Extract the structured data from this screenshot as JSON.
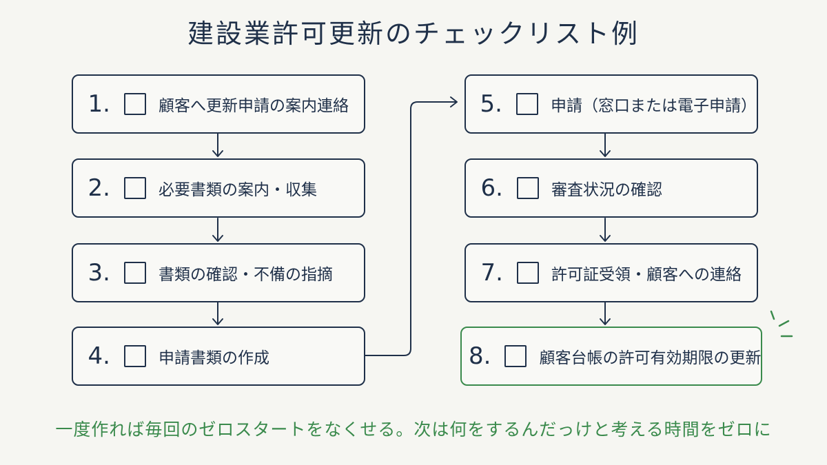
{
  "title": "建設業許可更新のチェックリスト例",
  "steps": [
    {
      "num": "1.",
      "label": "顧客へ更新申請の案内連絡"
    },
    {
      "num": "2.",
      "label": "必要書類の案内・収集"
    },
    {
      "num": "3.",
      "label": "書類の確認・不備の指摘"
    },
    {
      "num": "4.",
      "label": "申請書類の作成"
    },
    {
      "num": "5.",
      "label": "申請（窓口または電子申請）"
    },
    {
      "num": "6.",
      "label": "審査状況の確認"
    },
    {
      "num": "7.",
      "label": "許可証受領・顧客への連絡"
    },
    {
      "num": "8.",
      "label": "顧客台帳の許可有効期限の更新"
    }
  ],
  "footer": "一度作れば毎回のゼロスタートをなくせる。次は何をするんだっけと考える時間をゼロに",
  "colors": {
    "ink": "#1f3049",
    "accent_green": "#3a8a4c",
    "background": "#f6f6f2"
  }
}
